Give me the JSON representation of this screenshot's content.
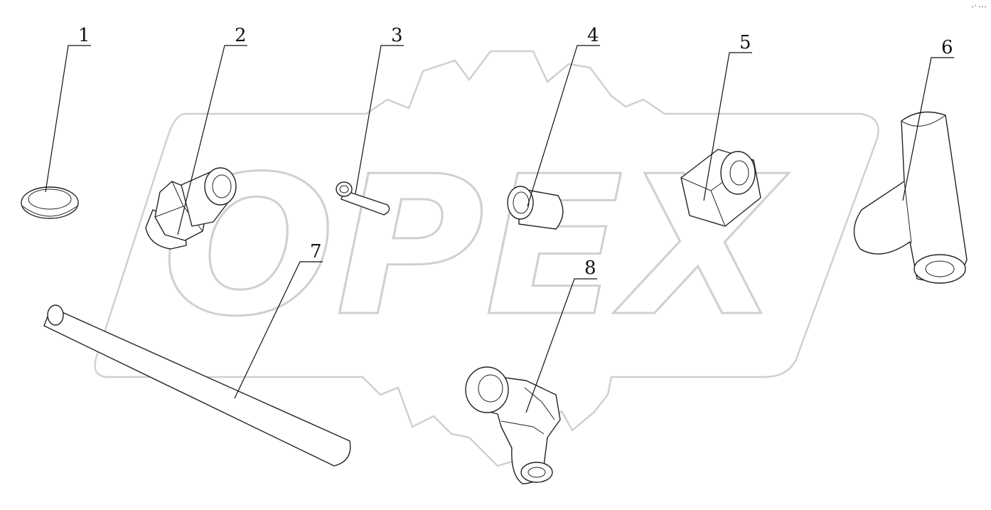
{
  "watermark": {
    "text": "OPEX"
  },
  "corner_mark": "•° •••",
  "parts": [
    {
      "number": "1",
      "name": "ring"
    },
    {
      "number": "2",
      "name": "adapter-fitting"
    },
    {
      "number": "3",
      "name": "pin"
    },
    {
      "number": "4",
      "name": "sleeve"
    },
    {
      "number": "5",
      "name": "hex-nut"
    },
    {
      "number": "6",
      "name": "tee-fitting"
    },
    {
      "number": "7",
      "name": "tube"
    },
    {
      "number": "8",
      "name": "elbow-fitting"
    }
  ]
}
